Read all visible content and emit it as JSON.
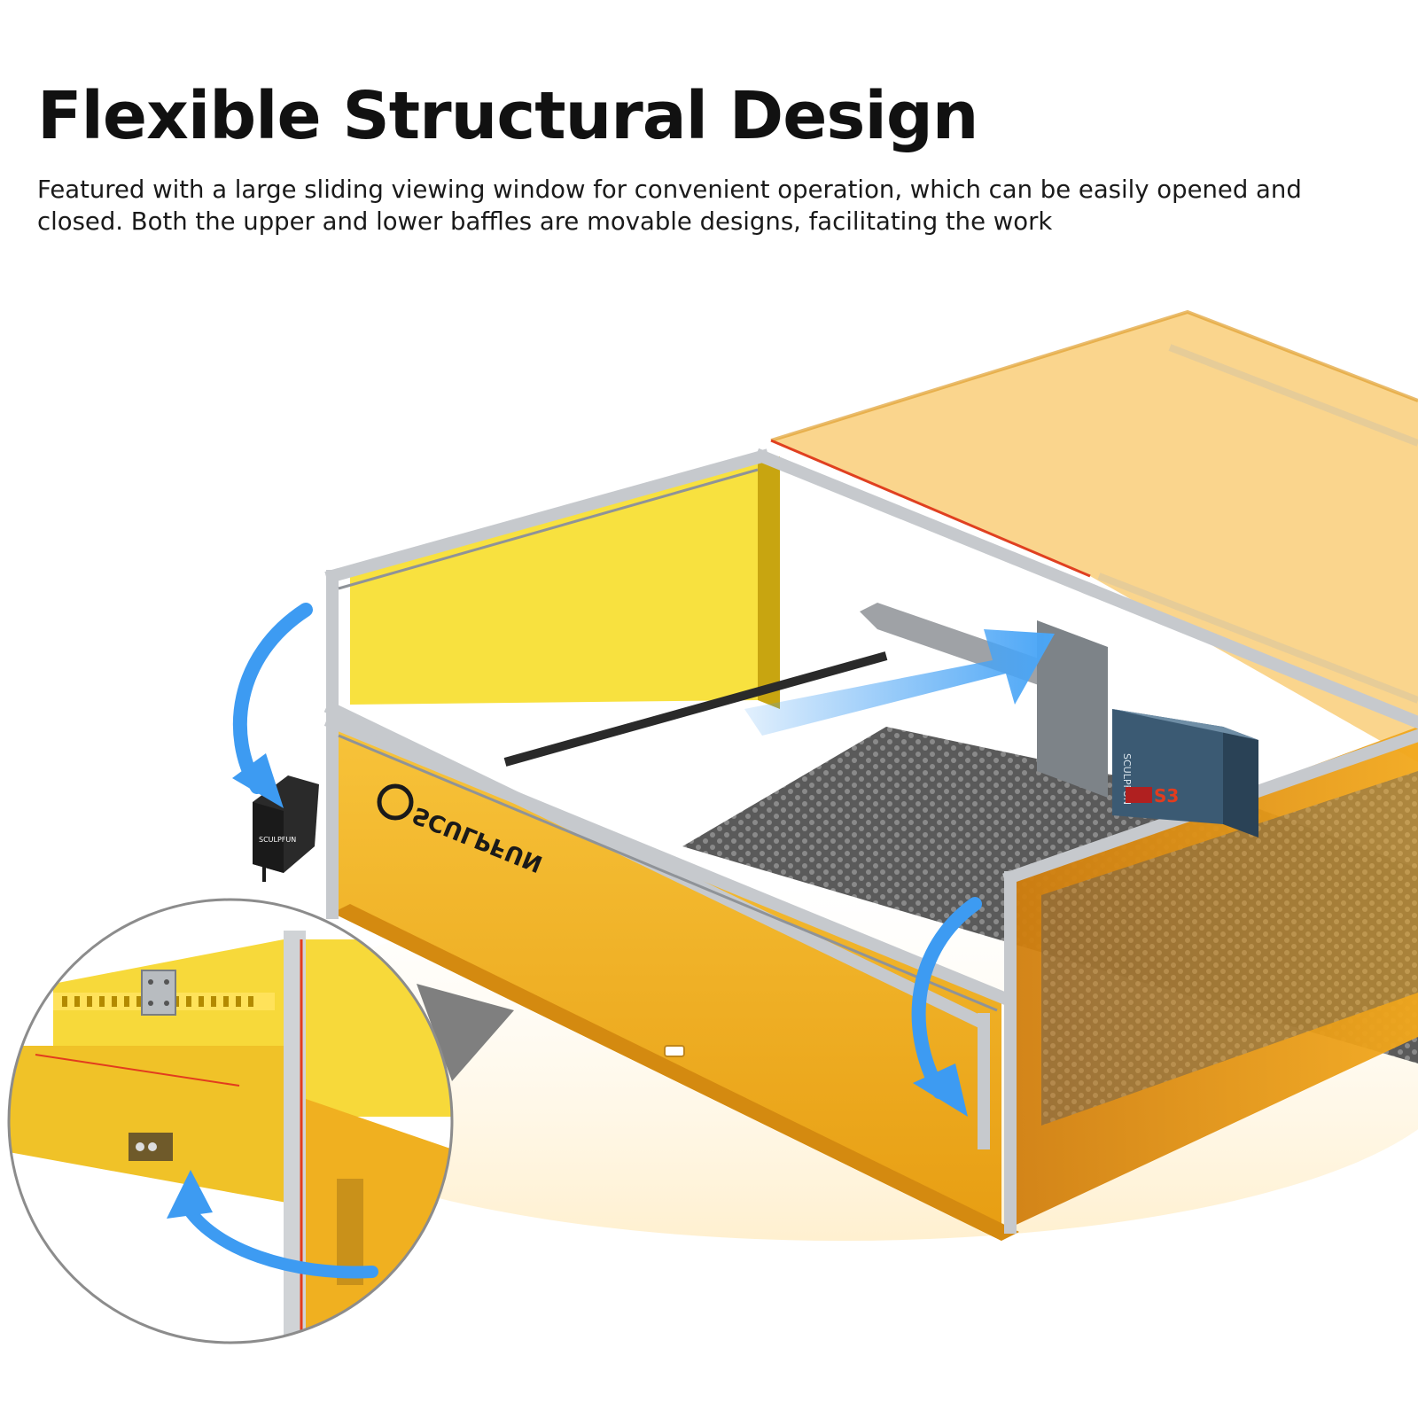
{
  "header": {
    "title": "Flexible Structural Design",
    "description_line1": "Featured with a large sliding viewing window for convenient operation, which can be easily opened and",
    "description_line2": "closed. Both the upper and lower baffles are movable designs, facilitating the work"
  },
  "brand": {
    "logo_text_front": "SCULPFUN",
    "logo_text_module": "SCULPFUN",
    "logo_text_laser": "SCULPFUN",
    "laser_model_mark": "S3"
  },
  "colors": {
    "panel_amber": "#f5b820",
    "panel_amber_dark": "#c98a10",
    "panel_amber_light": "#fbd66a",
    "window_yellow": "#f7de2a",
    "frame_silver": "#c8cbcf",
    "arrow_blue": "#3d9bf2",
    "honeycomb": "#6b6b6b",
    "laser_body": "#3b5a73",
    "accent_red": "#e23c1e"
  },
  "icons": {
    "arrow_top_left": "curved-arrow-down-icon",
    "arrow_center": "straight-arrow-right-icon",
    "arrow_front_right": "curved-arrow-down-icon",
    "arrow_inset": "curved-arrow-up-icon"
  }
}
